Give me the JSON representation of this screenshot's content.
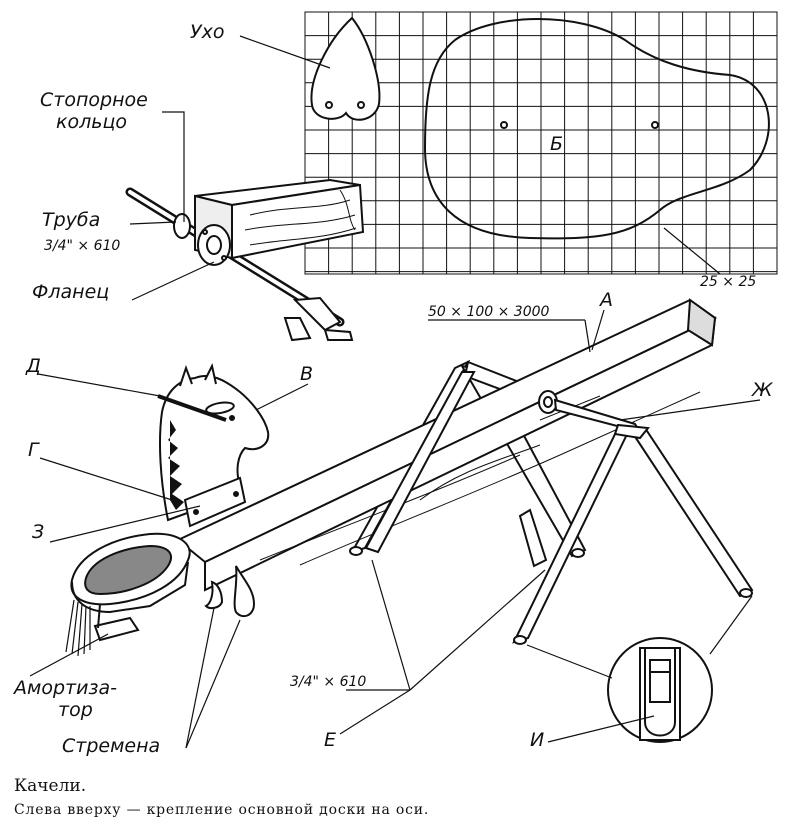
{
  "labels": {
    "ear": "Ухо",
    "retaining_ring_line1": "Стопорное",
    "retaining_ring_line2": "кольцо",
    "pipe": "Труба",
    "pipe_size": "3/4\" × 610",
    "flange": "Фланец",
    "d": "Д",
    "v": "В",
    "g": "Г",
    "z": "З",
    "shock_absorber_line1": "Амортиза-",
    "shock_absorber_line2": "тор",
    "stirrups": "Стремена",
    "b": "Б",
    "grid_size": "25 × 25",
    "board_size": "50 × 100 × 3000",
    "a": "А",
    "zh": "Ж",
    "leg_size": "3/4\" × 610",
    "e": "Е",
    "i": "И"
  },
  "caption": {
    "title": "Качели.",
    "subtitle": "Слева вверху — крепление основной доски на оси."
  },
  "colors": {
    "ink": "#111111",
    "paper": "#ffffff"
  }
}
